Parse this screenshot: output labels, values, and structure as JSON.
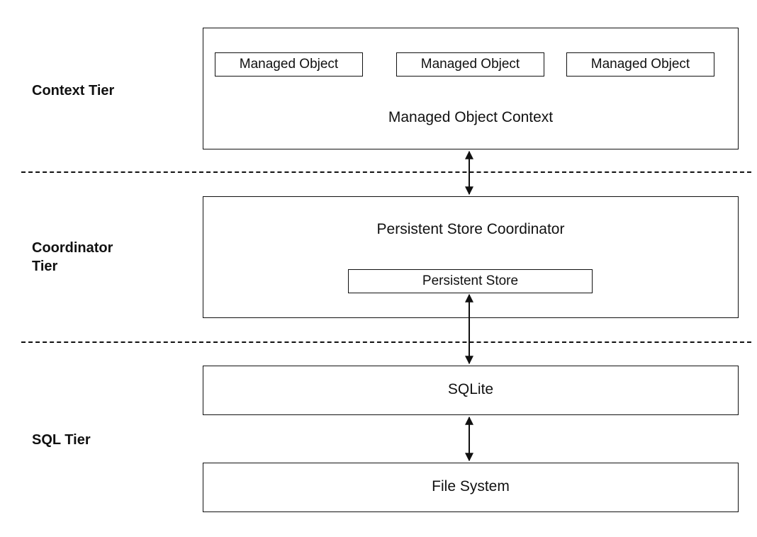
{
  "tiers": {
    "context": "Context Tier",
    "coordinator_line1": "Coordinator",
    "coordinator_line2": "Tier",
    "sql": "SQL Tier"
  },
  "context_box": {
    "title": "Managed Object Context",
    "objects": [
      "Managed Object",
      "Managed Object",
      "Managed Object"
    ]
  },
  "coordinator_box": {
    "title": "Persistent Store Coordinator",
    "store": "Persistent Store"
  },
  "sqlite_box": {
    "title": "SQLite"
  },
  "filesystem_box": {
    "title": "File System"
  },
  "colors": {
    "line": "#111111",
    "background": "#ffffff"
  }
}
